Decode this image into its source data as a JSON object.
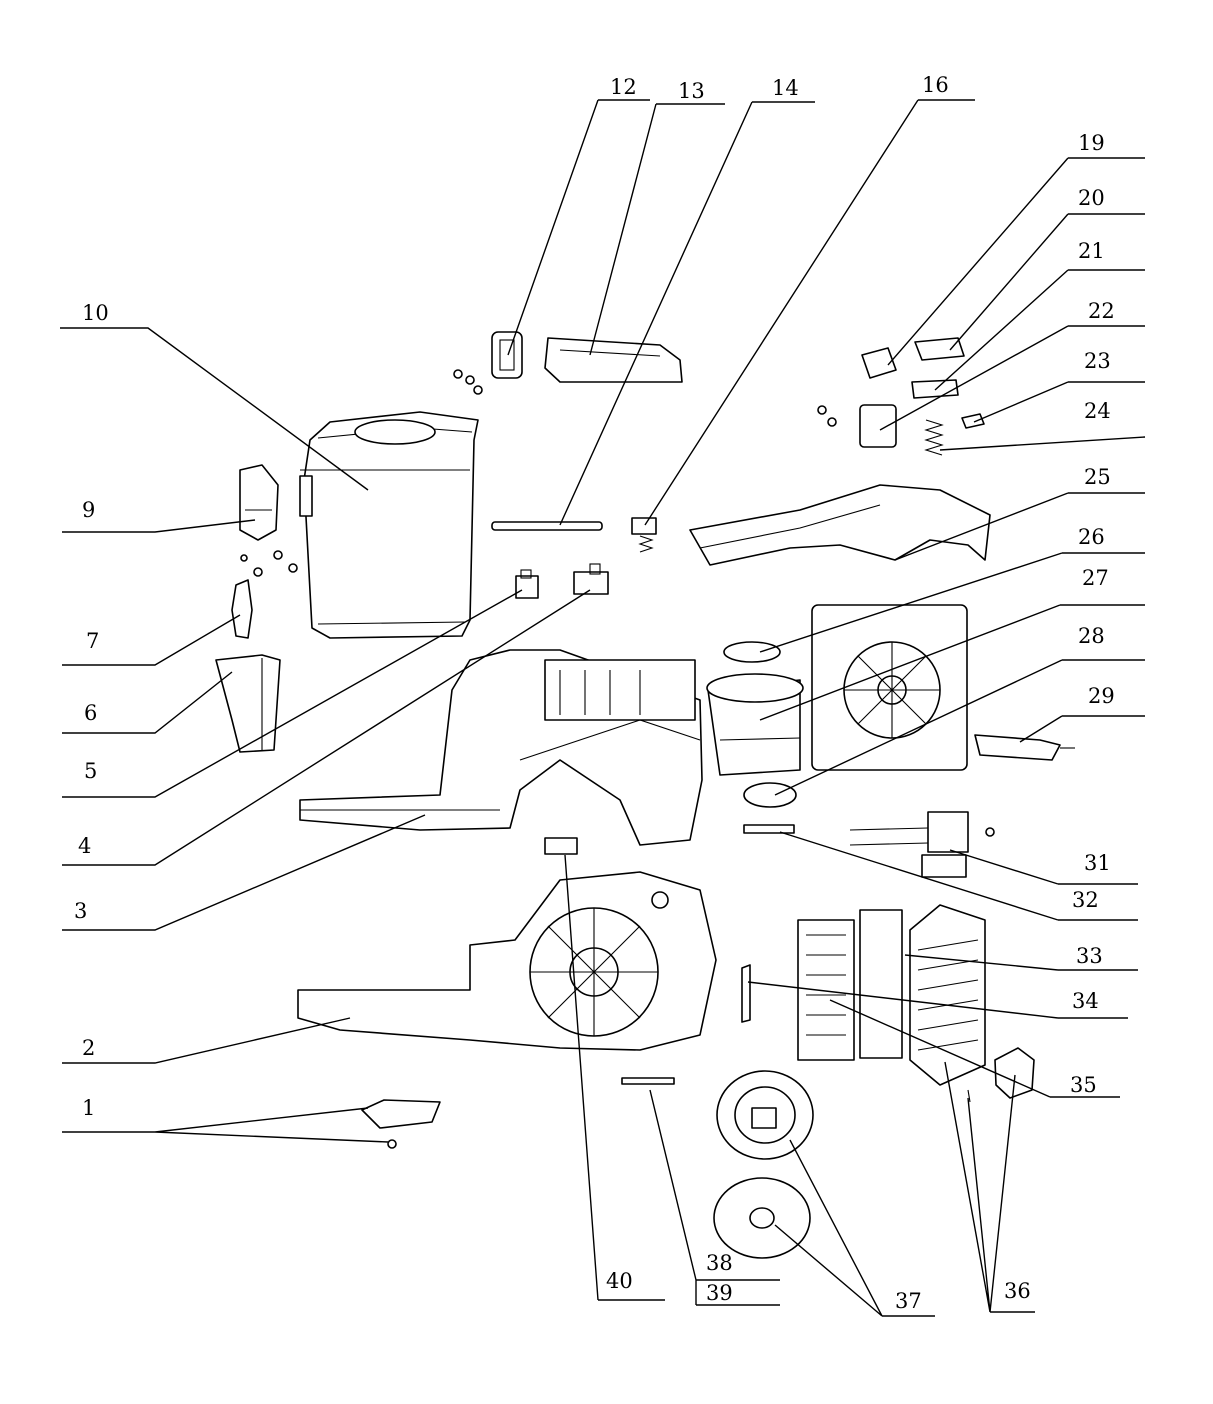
{
  "callouts": [
    "1",
    "2",
    "3",
    "4",
    "5",
    "6",
    "7",
    "9",
    "10",
    "12",
    "13",
    "14",
    "16",
    "19",
    "20",
    "21",
    "22",
    "23",
    "24",
    "25",
    "26",
    "27",
    "28",
    "29",
    "31",
    "32",
    "33",
    "34",
    "35",
    "36",
    "37",
    "38",
    "39",
    "40"
  ],
  "colors": {
    "ink": "#000000",
    "paper": "#ffffff"
  }
}
